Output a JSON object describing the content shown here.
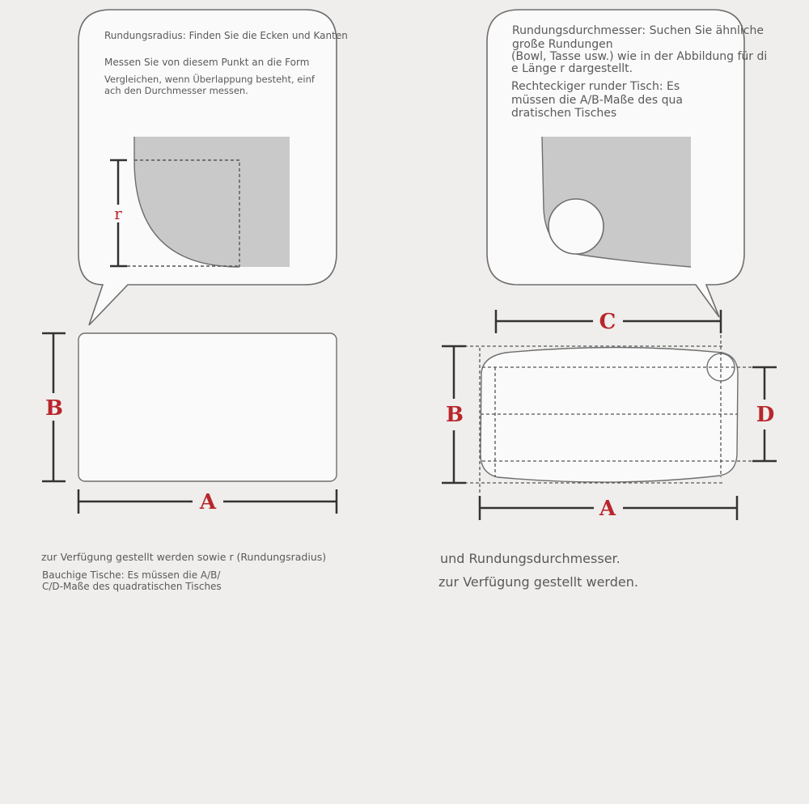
{
  "left": {
    "bubble": {
      "line1": "Rundungsradius: Finden Sie die Ecken und Kanten",
      "line2": "Messen Sie von diesem Punkt an die Form",
      "line3": "Vergleichen, wenn Überlappung besteht, einf",
      "line4": "ach den Durchmesser messen."
    },
    "labels": {
      "r": "r",
      "a": "A",
      "b": "B"
    },
    "caption": {
      "line1": "zur Verfügung gestellt werden sowie r (Rundungsradius)",
      "line2": "Bauchige Tische: Es müssen die A/B/",
      "line3": "C/D-Maße des quadratischen Tisches"
    }
  },
  "right": {
    "bubble": {
      "line1": "Rundungsdurchmesser: Suchen Sie ähnliche",
      "line2": "große Rundungen",
      "line3": "(Bowl, Tasse usw.) wie in der Abbildung für di",
      "line4": "e Länge r dargestellt.",
      "line5": "Rechteckiger runder Tisch: Es",
      "line6": "müssen die A/B-Maße des qua",
      "line7": "dratischen Tisches"
    },
    "labels": {
      "a": "A",
      "b": "B",
      "c": "C",
      "d": "D"
    },
    "caption": {
      "line1": "und Rundungsdurchmesser.",
      "line2": "zur Verfügung gestellt werden."
    }
  },
  "colors": {
    "background": "#efeeec",
    "bubble_fill": "#fafafa",
    "outline": "#6e6e6e",
    "shade": "#c9c9c9",
    "label_red": "#b8262b",
    "text": "#5a5a5a"
  }
}
